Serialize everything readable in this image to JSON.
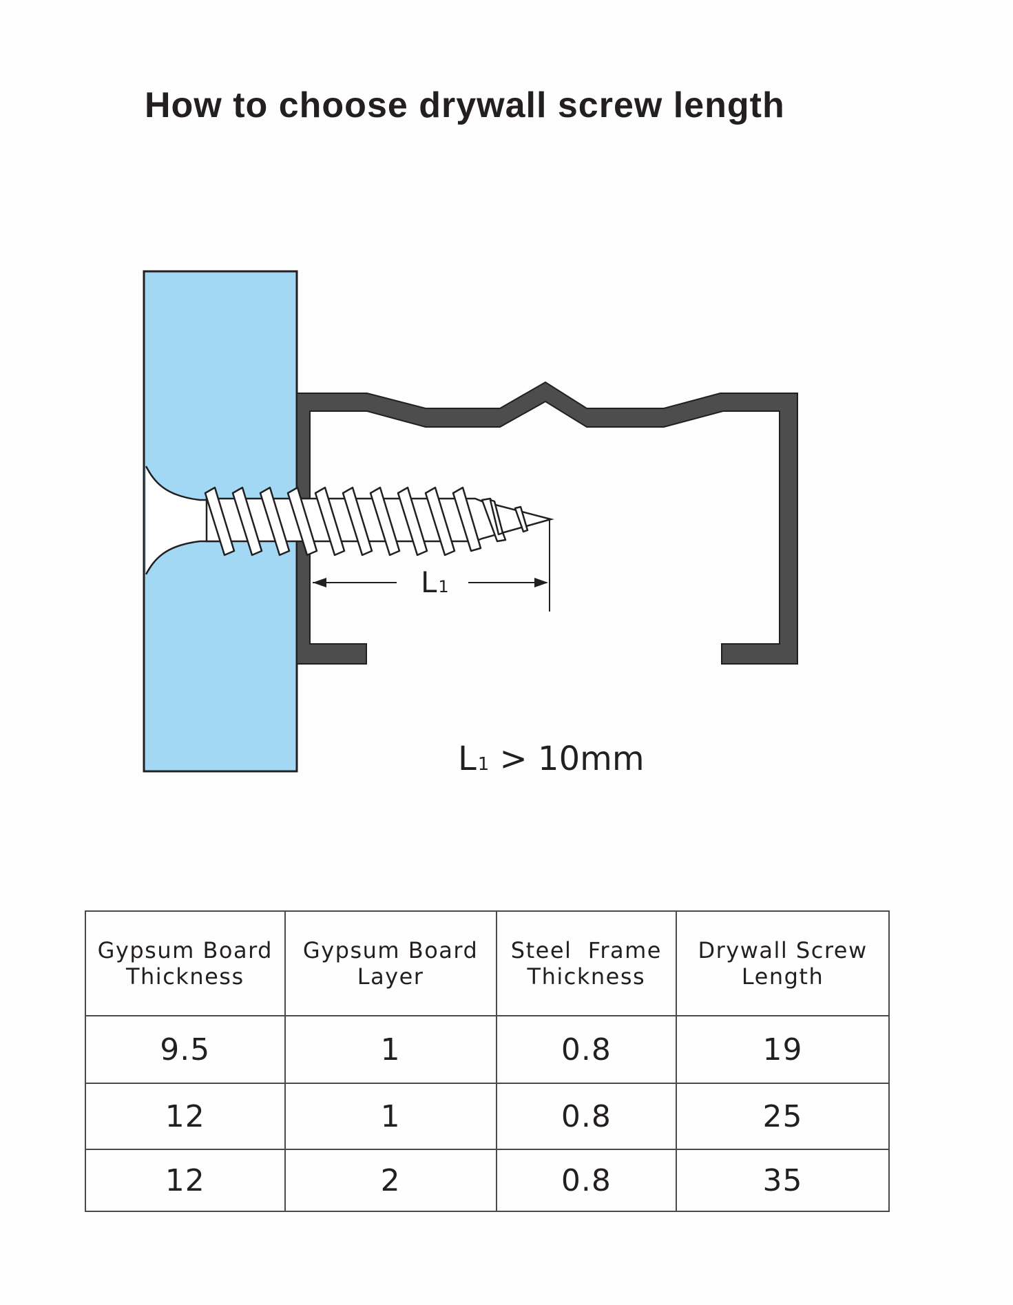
{
  "title": "How to choose drywall screw length",
  "diagram": {
    "dimension_label": "L",
    "dimension_subscript": "1",
    "rule": {
      "symbol": "L",
      "subscript": "1",
      "text": " > 10mm"
    },
    "colors": {
      "board": "#a3d8f5",
      "frame": "#4d4d4d",
      "line": "#231f20"
    }
  },
  "table": {
    "headers": [
      [
        "Gypsum Board",
        "Thickness"
      ],
      [
        "Gypsum Board",
        "Layer"
      ],
      [
        "Steel  Frame",
        "Thickness"
      ],
      [
        "Drywall Screw",
        "Length"
      ]
    ],
    "rows": [
      [
        "9.5",
        "1",
        "0.8",
        "19"
      ],
      [
        "12",
        "1",
        "0.8",
        "25"
      ],
      [
        "12",
        "2",
        "0.8",
        "35"
      ]
    ]
  }
}
